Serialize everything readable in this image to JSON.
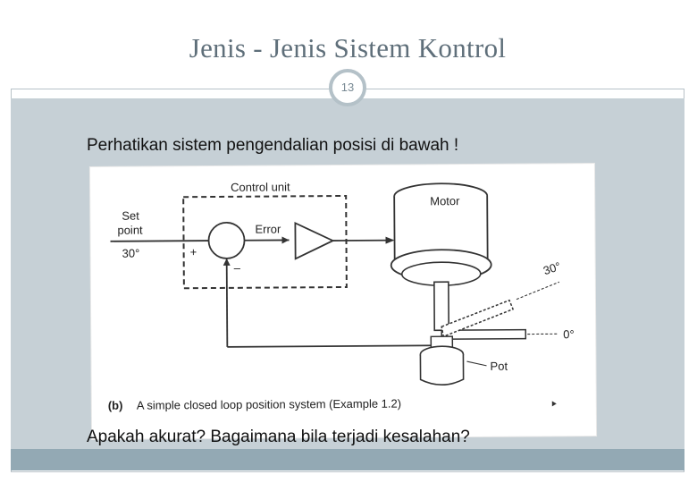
{
  "slide": {
    "title": "Jenis - Jenis Sistem Kontrol",
    "page_number": "13",
    "intro": "Perhatikan sistem pengendalian posisi di bawah !",
    "question": "Apakah akurat? Bagaimana bila terjadi kesalahan?"
  },
  "diagram": {
    "control_unit": "Control unit",
    "set": "Set",
    "point": "point",
    "setpoint_value": "30°",
    "plus": "+",
    "minus": "–",
    "error": "Error",
    "motor": "Motor",
    "angle_30": "30°",
    "angle_0": "0°",
    "pot": "Pot",
    "caption_b": "(b)",
    "caption": "A simple closed loop position system (Example 1.2)"
  }
}
